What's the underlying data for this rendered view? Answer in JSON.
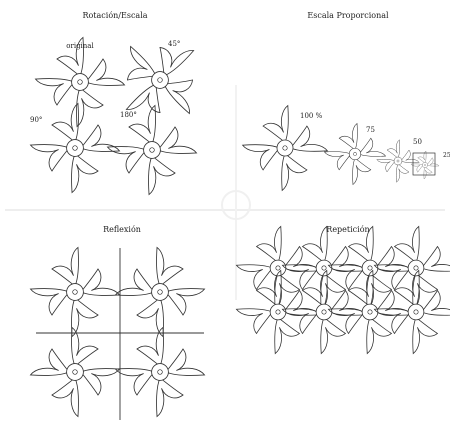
{
  "sections": {
    "rotation": {
      "title": "Rotación/Escala",
      "labels": {
        "original": "original",
        "deg45": "45°",
        "deg90": "90°",
        "deg180": "180°"
      }
    },
    "scale": {
      "title": "Escala Proporcional",
      "labels": {
        "p100": "100 %",
        "p75": "75",
        "p50": "50",
        "p25": "25"
      }
    },
    "reflection": {
      "title": "Reflexión"
    },
    "repetition": {
      "title": "Repetición"
    }
  },
  "colors": {
    "stroke": "#333333",
    "background": "#ffffff",
    "divider": "#eeeeee"
  }
}
